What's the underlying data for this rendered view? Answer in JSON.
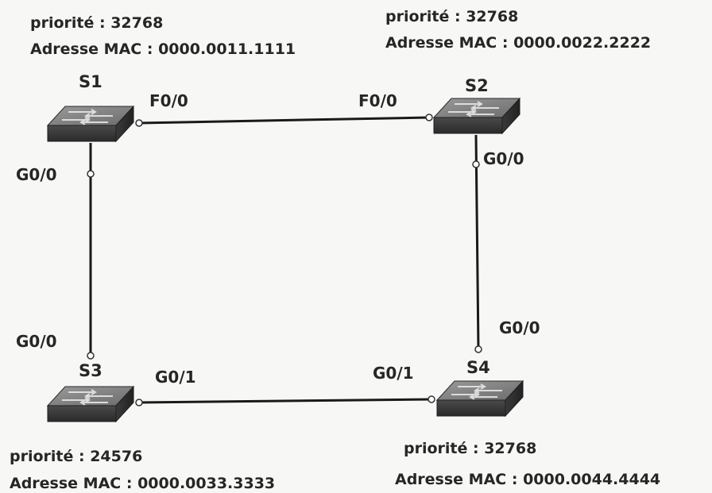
{
  "switches": {
    "s1": {
      "name": "S1",
      "priority": "priorité : 32768",
      "mac": "Adresse MAC : 0000.0011.1111"
    },
    "s2": {
      "name": "S2",
      "priority": "priorité : 32768",
      "mac": "Adresse MAC : 0000.0022.2222"
    },
    "s3": {
      "name": "S3",
      "priority": "priorité : 24576",
      "mac": "Adresse MAC : 0000.0033.3333"
    },
    "s4": {
      "name": "S4",
      "priority": "priorité : 32768",
      "mac": "Adresse MAC : 0000.0044.4444"
    }
  },
  "ports": {
    "s1_right": "F0/0",
    "s2_left": "F0/0",
    "s1_down": "G0/0",
    "s3_up": "G0/0",
    "s2_down": "G0/0",
    "s4_up": "G0/0",
    "s3_right": "G0/1",
    "s4_left": "G0/1"
  },
  "colors": {
    "link": "#1a1a1a",
    "switch_top": "#8a8a8a",
    "switch_front": "#3c3c3c",
    "text": "#262626"
  }
}
